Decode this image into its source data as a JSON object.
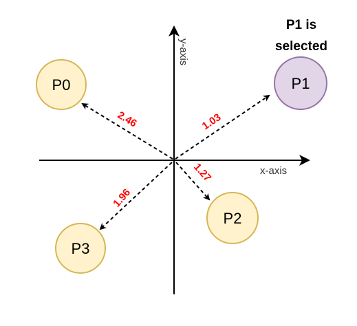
{
  "title": {
    "line1": "P1 is",
    "line2": "selected"
  },
  "axes": {
    "x_label": "x-axis",
    "y_label": "y-axis"
  },
  "nodes": [
    {
      "id": "P0",
      "label": "P0",
      "selected": false,
      "distance": "2.46"
    },
    {
      "id": "P1",
      "label": "P1",
      "selected": true,
      "distance": "1.03"
    },
    {
      "id": "P2",
      "label": "P2",
      "selected": false,
      "distance": "1.27"
    },
    {
      "id": "P3",
      "label": "P3",
      "selected": false,
      "distance": "1.96"
    }
  ],
  "colors": {
    "node_fill": "#fff2cc",
    "node_stroke": "#d6b656",
    "selected_fill": "#e1d5e7",
    "selected_stroke": "#9673a6",
    "distance_text": "#ff0000",
    "axis": "#000000"
  }
}
